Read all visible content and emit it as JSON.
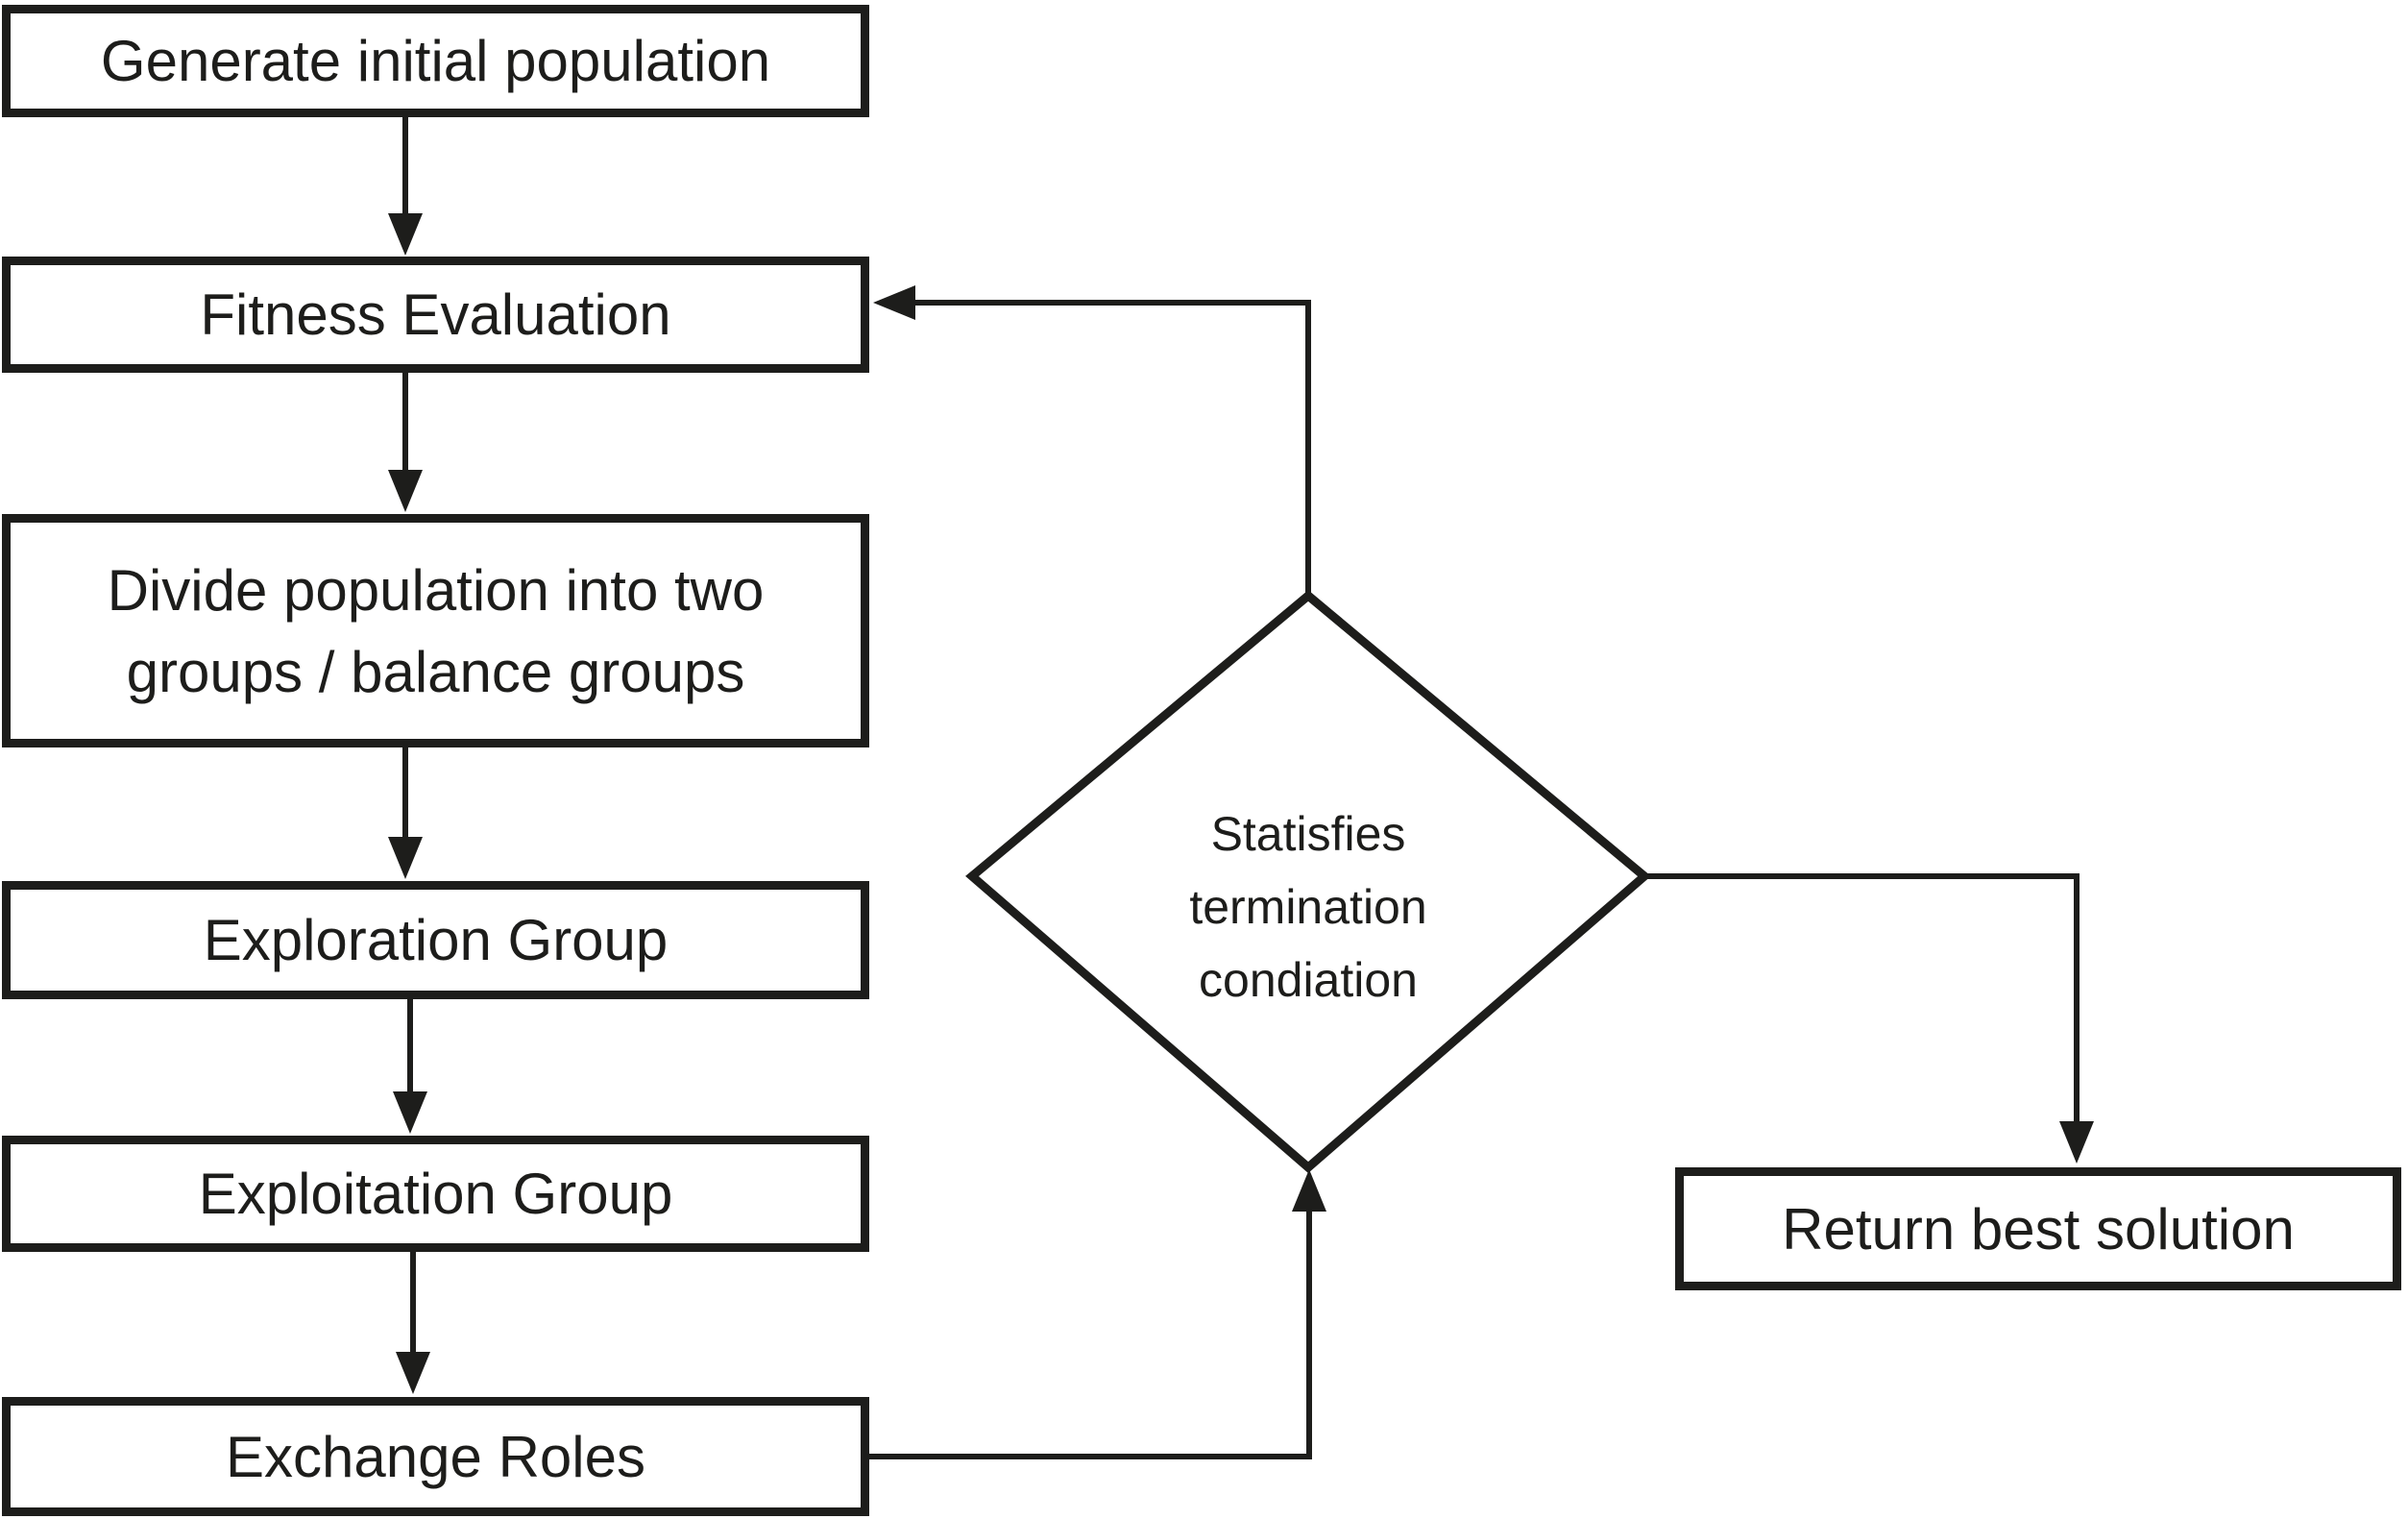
{
  "figure": {
    "type": "flowchart",
    "description": "Algorithm flowchart with feedback loop",
    "ink_color": "#1d1d1b",
    "background_color": "#ffffff"
  },
  "nodes": {
    "generate": {
      "label": "Generate initial population"
    },
    "fitness": {
      "label": "Fitness Evaluation"
    },
    "divide": {
      "line1": "Divide population into two",
      "line2": "groups / balance groups"
    },
    "exploration": {
      "label": "Exploration Group"
    },
    "exploitation": {
      "label": "Exploitation Group"
    },
    "exchange": {
      "label": "Exchange Roles"
    },
    "decision": {
      "line1": "Statisfies",
      "line2": "termination",
      "line3": "condiation"
    },
    "return_best": {
      "label": "Return best solution"
    }
  },
  "edges": [
    "generate -> fitness",
    "fitness -> divide",
    "divide -> exploration",
    "exploration -> exploitation",
    "exploitation -> exchange",
    "exchange -> decision",
    "decision -> fitness (loop back)",
    "decision -> return_best"
  ]
}
